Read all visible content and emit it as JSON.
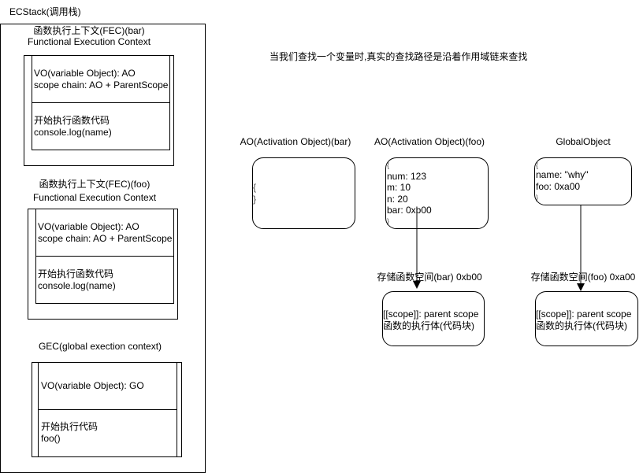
{
  "title": "ECStack(调用栈)",
  "note": "当我们查找一个变量时,真实的查找路径是沿着作用域链来查找",
  "stack": [
    {
      "heading1": "函数执行上下文(FEC)(bar)",
      "heading2": "Functional Execution Context",
      "vo": "VO(variable Object): AO",
      "scope": "scope chain: AO + ParentScope",
      "exec1": "开始执行函数代码",
      "exec2": "console.log(name)"
    },
    {
      "heading1": "函数执行上下文(FEC)(foo)",
      "heading2": "Functional Execution Context",
      "vo": "VO(variable Object): AO",
      "scope": "scope chain: AO + ParentScope",
      "exec1": "开始执行函数代码",
      "exec2": "console.log(name)"
    },
    {
      "heading1": "GEC(global exection context)",
      "vo": "VO(variable Object): GO",
      "exec1": "开始执行代码",
      "exec2": "foo()"
    }
  ],
  "objects": {
    "ao_bar": {
      "label": "AO(Activation Object)(bar)",
      "lines": [
        "{",
        "}"
      ]
    },
    "ao_foo": {
      "label": "AO(Activation Object)(foo)",
      "lines": [
        "{",
        "num: 123",
        "m: 10",
        "n: 20",
        "bar: 0xb00",
        "}"
      ]
    },
    "global": {
      "label": "GlobalObject",
      "lines": [
        "{",
        "name: \"why\"",
        "foo: 0xa00",
        "}"
      ]
    }
  },
  "func_spaces": [
    {
      "label": "存储函数空间(bar) 0xb00",
      "line1": "[[scope]]: parent scope",
      "line2": "函数的执行体(代码块)"
    },
    {
      "label": "存储函数空间(foo) 0xa00",
      "line1": "[[scope]]: parent scope",
      "line2": "函数的执行体(代码块)"
    }
  ]
}
